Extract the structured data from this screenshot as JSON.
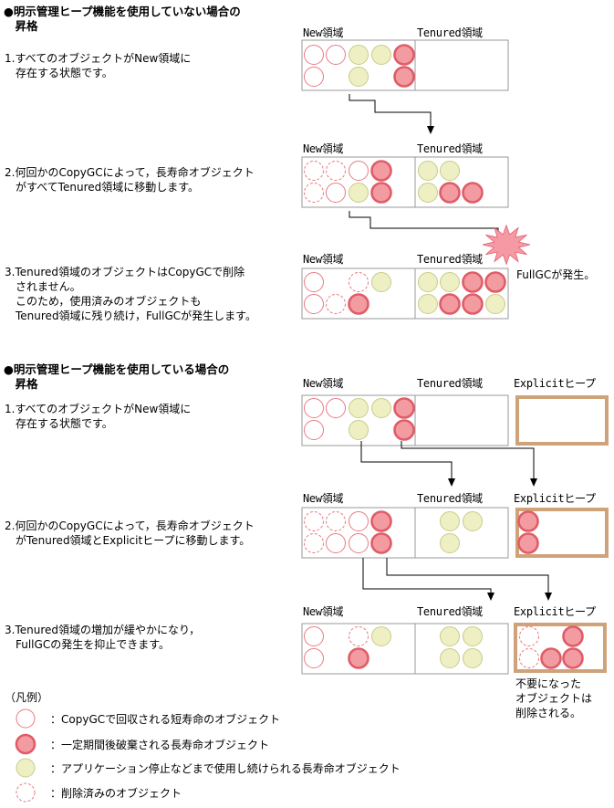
{
  "colors": {
    "short_lived_stroke": "#e87a82",
    "long_lived_fill": "#f29ca2",
    "long_lived_stroke": "#e05c68",
    "app_lifetime_fill": "#eeefc3",
    "app_lifetime_stroke": "#c9cb8a",
    "box_border": "#999999",
    "explicit_border": "#d0a27a",
    "explosion_fill": "#f59aa5",
    "arrow": "#000000"
  },
  "labels": {
    "new": "New領域",
    "tenured": "Tenured領域",
    "explicit": "Explicitヒープ"
  },
  "section1": {
    "heading": "●明示管理ヒープ機能を使用していない場合の\n　昇格",
    "steps": [
      "1.すべてのオブジェクトがNew領域に\n　存在する状態です。",
      "2.何回かのCopyGCによって，長寿命オブジェクト\n　がすべてTenured領域に移動します。",
      "3.Tenured領域のオブジェクトはCopyGCで削除\n　されません。\n　このため，使用済みのオブジェクトも\n　Tenured領域に残り続け，FullGCが発生します。"
    ],
    "fullgc_note": "FullGCが発生。"
  },
  "section2": {
    "heading": "●明示管理ヒープ機能を使用している場合の\n　昇格",
    "steps": [
      "1.すべてのオブジェクトがNew領域に\n　存在する状態です。",
      "2.何回かのCopyGCによって，長寿命オブジェクト\n　がTenured領域とExplicitヒープに移動します。",
      "3.Tenured領域の増加が緩やかになり，\n　FullGCの発生を抑止できます。"
    ],
    "removed_note": "不要になった\nオブジェクトは\n削除される。"
  },
  "legend": {
    "title": "（凡例）",
    "items": [
      {
        "kind": "short",
        "text": "：CopyGCで回収される短寿命のオブジェクト"
      },
      {
        "kind": "long",
        "text": "：一定期間後破棄される長寿命オブジェクト"
      },
      {
        "kind": "app",
        "text": "：アプリケーション停止などまで使用し続けられる長寿命オブジェクト"
      },
      {
        "kind": "deleted",
        "text": "：削除済みのオブジェクト"
      }
    ]
  }
}
